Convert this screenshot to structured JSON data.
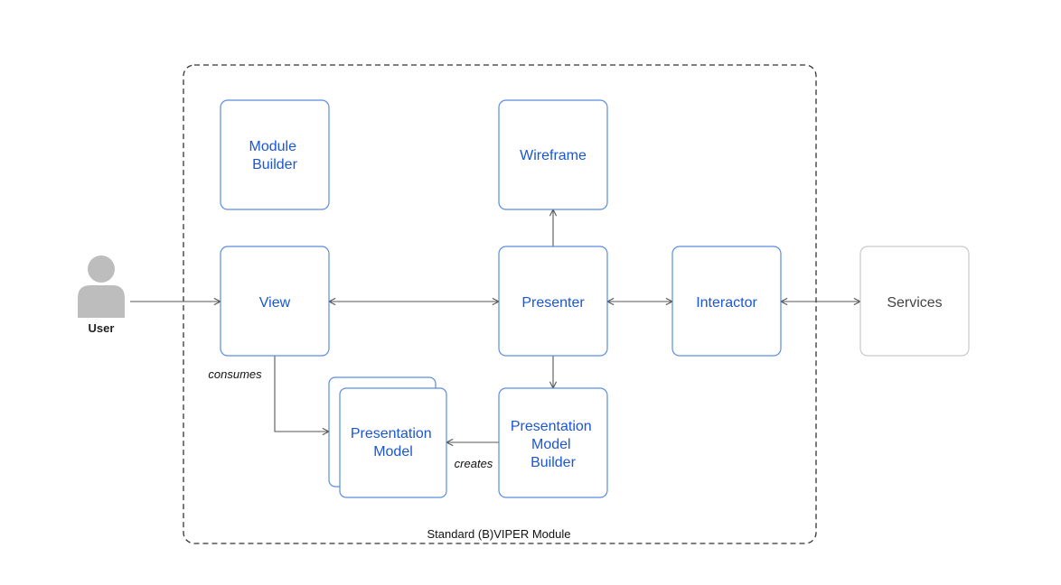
{
  "module": {
    "label": "Standard (B)VIPER Module"
  },
  "user": {
    "label": "User",
    "icon": "user-icon"
  },
  "nodes": {
    "module_builder": [
      "Module",
      "Builder"
    ],
    "wireframe": [
      "Wireframe"
    ],
    "view": [
      "View"
    ],
    "presenter": [
      "Presenter"
    ],
    "interactor": [
      "Interactor"
    ],
    "services": [
      "Services"
    ],
    "presentation_model": [
      "Presentation",
      "Model"
    ],
    "presentation_model_builder": [
      "Presentation",
      "Model",
      "Builder"
    ]
  },
  "edges": {
    "consumes": "consumes",
    "creates": "creates"
  },
  "colors": {
    "node_border": "#5b8de0",
    "node_text": "#1a56d6",
    "services_border": "#c9c9c9",
    "services_text": "#444444",
    "edge": "#555555",
    "user_icon": "#bdbdbd"
  }
}
